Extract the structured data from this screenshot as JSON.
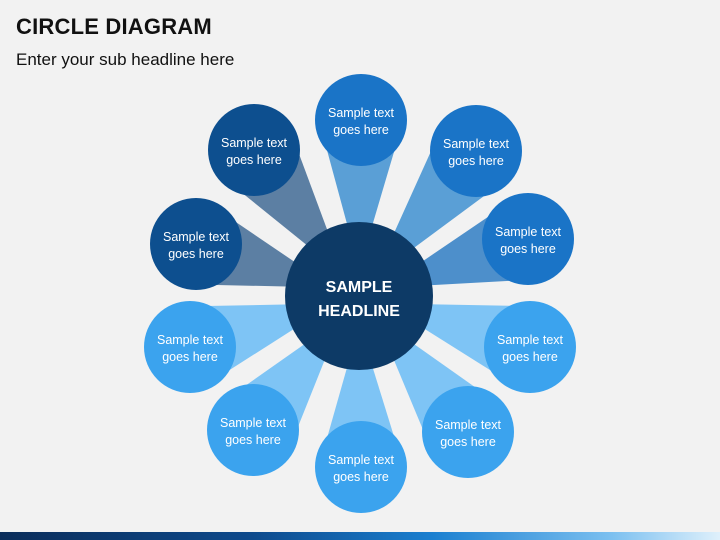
{
  "header": {
    "title": "CIRCLE DIAGRAM",
    "subtitle": "Enter your sub headline here"
  },
  "diagram": {
    "center": {
      "line1": "SAMPLE",
      "line2": "HEADLINE",
      "color": "#0d3a66"
    },
    "nodes": [
      {
        "line1": "Sample text",
        "line2": "goes here",
        "color": "#1a74c7",
        "ray": "#5a9fd6"
      },
      {
        "line1": "Sample text",
        "line2": "goes here",
        "color": "#1a74c7",
        "ray": "#5a9fd6"
      },
      {
        "line1": "Sample text",
        "line2": "goes here",
        "color": "#1a74c7",
        "ray": "#4d8fcb"
      },
      {
        "line1": "Sample text",
        "line2": "goes here",
        "color": "#3ba3ee",
        "ray": "#7ec4f5"
      },
      {
        "line1": "Sample text",
        "line2": "goes here",
        "color": "#3ba3ee",
        "ray": "#7ec4f5"
      },
      {
        "line1": "Sample text",
        "line2": "goes here",
        "color": "#3ba3ee",
        "ray": "#7ec4f5"
      },
      {
        "line1": "Sample text",
        "line2": "goes here",
        "color": "#3ba3ee",
        "ray": "#7ec4f5"
      },
      {
        "line1": "Sample text",
        "line2": "goes here",
        "color": "#3ba3ee",
        "ray": "#7ec4f5"
      },
      {
        "line1": "Sample text",
        "line2": "goes here",
        "color": "#0d4f8f",
        "ray": "#5c7fa3"
      },
      {
        "line1": "Sample text",
        "line2": "goes here",
        "color": "#0d4f8f",
        "ray": "#5c7fa3"
      }
    ]
  }
}
